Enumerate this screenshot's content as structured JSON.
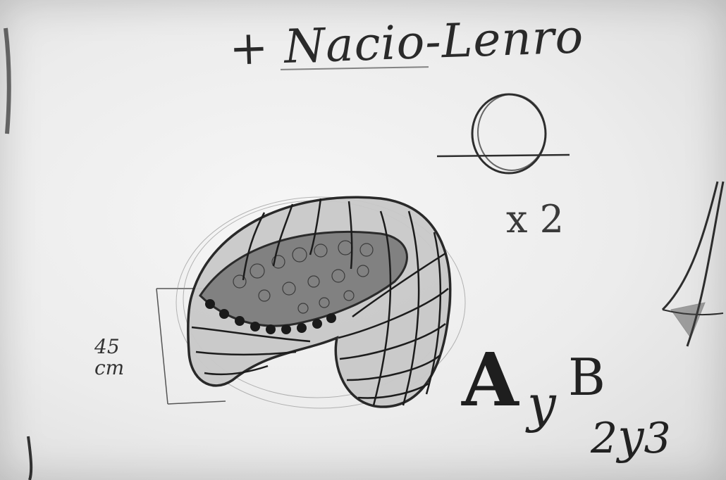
{
  "sketch": {
    "title": "+ Nacio-Lenro",
    "multiplier": "x 2",
    "dimension": {
      "value": "45",
      "unit": "cm"
    },
    "label_a": "A",
    "label_y": "y",
    "label_b": "B",
    "label_23": {
      "two": "2",
      "y": "y",
      "three": "3"
    }
  },
  "colors": {
    "paper": "#ececec",
    "graphite": "#2a2a2a"
  }
}
